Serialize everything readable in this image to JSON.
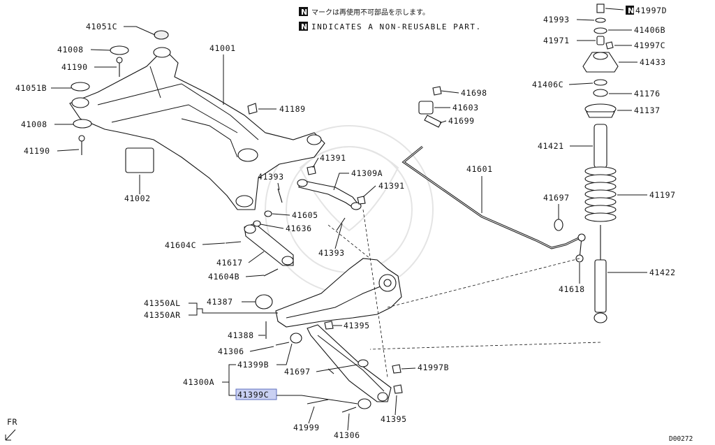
{
  "notes": {
    "japanese": "マークは再使用不可部品を示します。",
    "english": "INDICATES A NON-REUSABLE PART.",
    "marker": "N"
  },
  "diagram_code": "D00272",
  "fr_label": "FR",
  "parts": {
    "p41051C": "41051C",
    "p41008a": "41008",
    "p41190a": "41190",
    "p41051B": "41051B",
    "p41008b": "41008",
    "p41190b": "41190",
    "p41001": "41001",
    "p41189": "41189",
    "p41002": "41002",
    "p41391a": "41391",
    "p41393a": "41393",
    "p41309A": "41309A",
    "p41391b": "41391",
    "p41605": "41605",
    "p41636": "41636",
    "p41393b": "41393",
    "p41604C": "41604C",
    "p41617": "41617",
    "p41604B": "41604B",
    "p41350AL": "41350AL",
    "p41350AR": "41350AR",
    "p41387": "41387",
    "p41388": "41388",
    "p41306a": "41306",
    "p41395a": "41395",
    "p41399B": "41399B",
    "p41697a": "41697",
    "p41300A": "41300A",
    "p41399C": "41399C",
    "p41999": "41999",
    "p41306b": "41306",
    "p41395b": "41395",
    "p41997B": "41997B",
    "p41698": "41698",
    "p41603": "41603",
    "p41699": "41699",
    "p41601": "41601",
    "p41697b": "41697",
    "p41618": "41618",
    "p41993": "41993",
    "p41997D": "41997D",
    "p41406B": "41406B",
    "p41971": "41971",
    "p41997C": "41997C",
    "p41433": "41433",
    "p41406C": "41406C",
    "p41176": "41176",
    "p41137": "41137",
    "p41421": "41421",
    "p41197": "41197",
    "p41422": "41422"
  },
  "colors": {
    "line": "#111111",
    "highlight_fill": "#c9d0f2",
    "highlight_border": "#5f6fbf"
  }
}
